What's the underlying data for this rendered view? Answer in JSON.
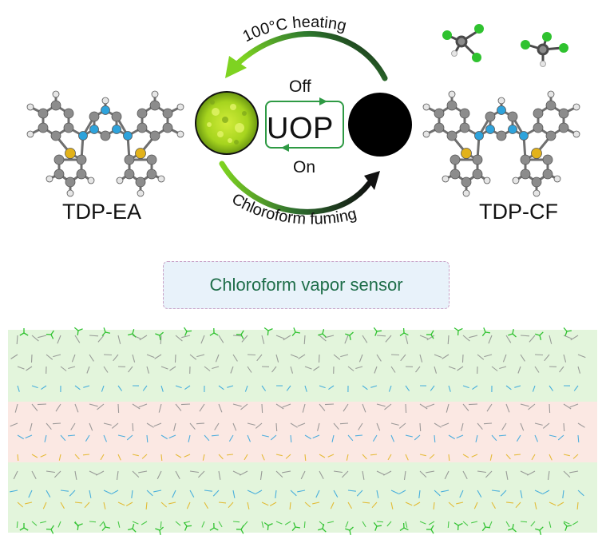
{
  "labels": {
    "left_molecule": "TDP-EA",
    "right_molecule": "TDP-CF",
    "center": "UOP",
    "off": "Off",
    "on": "On",
    "heating": "100°C heating",
    "fuming": "Chloroform fuming",
    "sensor": "Chloroform vapor sensor"
  },
  "colors": {
    "carbon": "#8c8c8c",
    "nitrogen": "#2ea3dc",
    "sulfur": "#e2b21a",
    "hydrogen": "#e6e6e6",
    "chlorine": "#2fc22f",
    "emissive": "#b4dc1e",
    "dark_state": "#000000",
    "green_band": "#e3f5dc",
    "pink_band": "#fbe8e3",
    "arrow_green": "#2e9a44"
  },
  "crystal_bands": [
    "green",
    "pink",
    "green"
  ]
}
